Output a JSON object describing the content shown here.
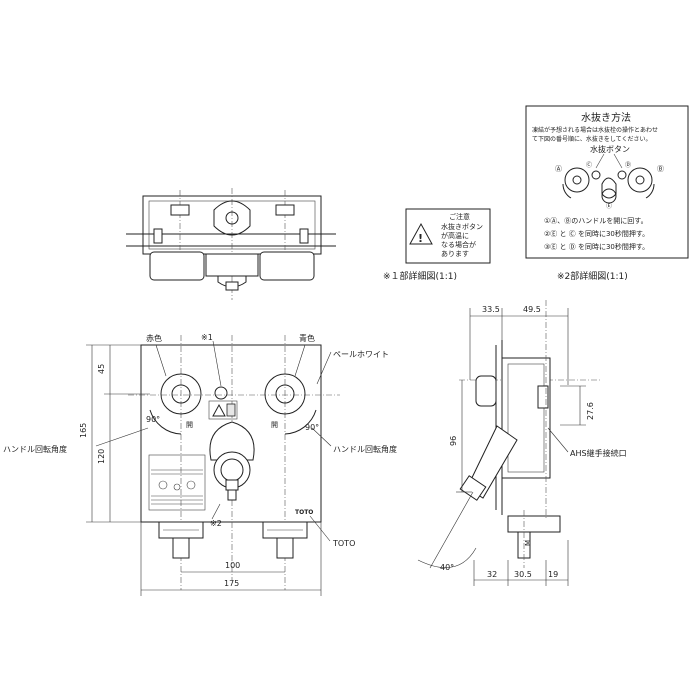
{
  "labels": {
    "detail1_title": "※１部詳細図(1:1)",
    "detail2_title": "※2部詳細図(1:1)",
    "caution_title": "ご注意",
    "caution_line1": "水抜きボタン",
    "caution_line2": "が高温に",
    "caution_line3": "なる場合が",
    "caution_line4": "あります",
    "drain_title": "水抜き方法",
    "drain_note1": "凍結が予想される場合は水抜栓の操作とあわせ",
    "drain_note2": "て下図の番号順に、水抜きをしてください。",
    "drain_button_label": "水抜ボタン",
    "marker_a": "Ⓐ",
    "marker_b": "Ⓑ",
    "marker_c": "Ⓒ",
    "marker_d": "Ⓓ",
    "marker_e": "Ⓔ",
    "step1": "①Ⓐ、Ⓑのハンドルを開に回す。",
    "step2": "②Ⓔ と Ⓒ を同時に30秒間押す。",
    "step3": "③Ⓔ と Ⓓ を同時に30秒間押す。",
    "red": "赤色",
    "blue": "青色",
    "note1": "※1",
    "note2": "※2",
    "pale_white": "ペールホワイト",
    "handle_angle_left": "ハンドル回転角度",
    "handle_angle_right": "ハンドル回転角度",
    "open_left": "開",
    "open_right": "開",
    "toto": "TOTO",
    "ahs": "AHS継手接続口",
    "angle_90_left": "90°",
    "angle_90_right": "90°",
    "angle_40": "40°",
    "dim_45": "45",
    "dim_120": "120",
    "dim_165": "165",
    "dim_100": "100",
    "dim_175": "175",
    "dim_33_5": "33.5",
    "dim_49_5": "49.5",
    "dim_27_6": "27.6",
    "dim_96": "96",
    "dim_32": "32",
    "dim_30_5": "30.5",
    "dim_19": "19",
    "dim_m": "M"
  }
}
